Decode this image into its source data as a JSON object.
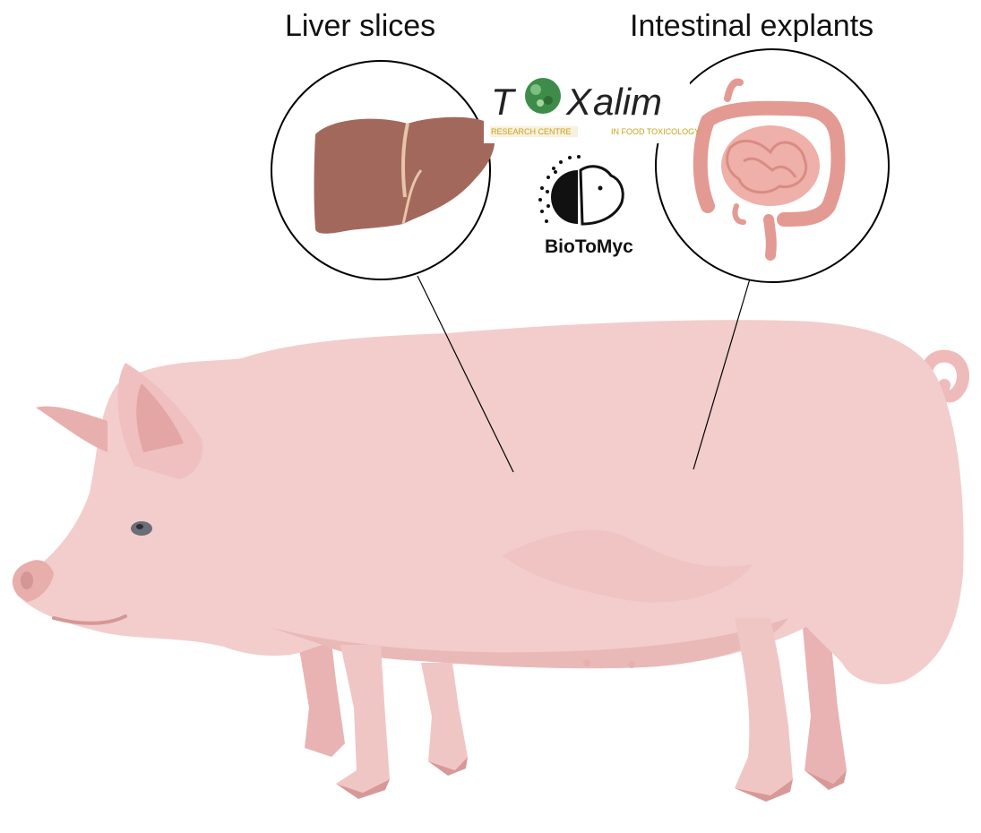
{
  "labels": {
    "liver": "Liver slices",
    "intestine": "Intestinal explants"
  },
  "logos": {
    "toxalim": {
      "wordmark": "ToXalim",
      "tagline_left": "RESEARCH CENTRE",
      "tagline_right": "IN FOOD TOXICOLOGY"
    },
    "biotomyc": {
      "wordmark": "BioToMyc"
    }
  },
  "colors": {
    "pig_body": "#f2cdcc",
    "pig_shadow": "#e7b2b1",
    "liver": "#a3685c",
    "intestine": "#eaa89f",
    "logo_gold": "#c9a21a"
  }
}
